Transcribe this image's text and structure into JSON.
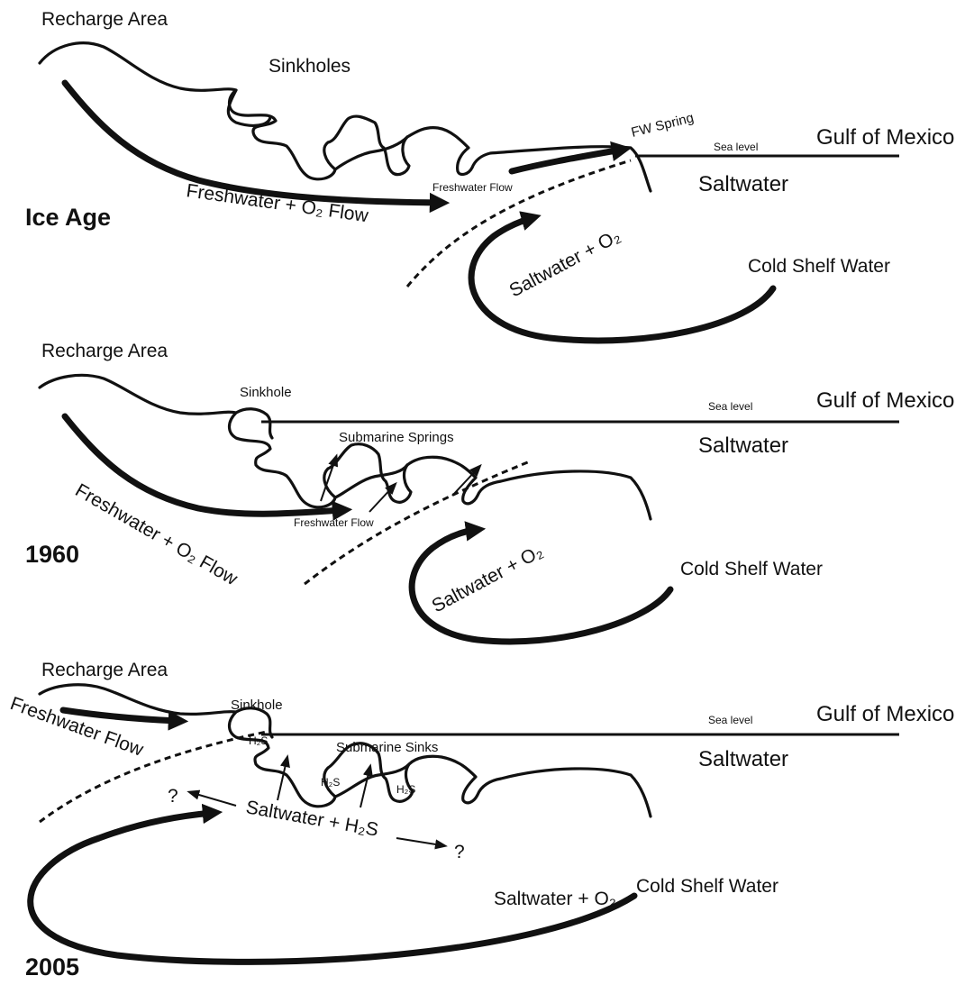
{
  "panels": [
    {
      "era": "Ice Age",
      "recharge_area": "Recharge Area",
      "feature_label": "Sinkholes",
      "spring_label": "FW Spring",
      "sea_level": "Sea level",
      "gulf": "Gulf of Mexico",
      "saltwater": "Saltwater",
      "freshwater_flow_main": "Freshwater + O₂ Flow",
      "freshwater_flow_small": "Freshwater Flow",
      "saltwater_circulation": "Saltwater + O₂",
      "cold_shelf_water": "Cold Shelf Water"
    },
    {
      "era": "1960",
      "recharge_area": "Recharge Area",
      "feature_label": "Sinkhole",
      "springs_label": "Submarine Springs",
      "sea_level": "Sea level",
      "gulf": "Gulf of Mexico",
      "saltwater": "Saltwater",
      "freshwater_flow_main": "Freshwater + O₂ Flow",
      "freshwater_flow_small": "Freshwater Flow",
      "saltwater_circulation": "Saltwater + O₂",
      "cold_shelf_water": "Cold Shelf Water"
    },
    {
      "era": "2005",
      "recharge_area": "Recharge Area",
      "feature_label": "Sinkhole",
      "sinks_label": "Submarine Sinks",
      "sea_level": "Sea level",
      "gulf": "Gulf of Mexico",
      "saltwater": "Saltwater",
      "freshwater_flow": "Freshwater Flow",
      "h2s_labels": [
        "H₂S",
        "H₂S",
        "H₂S"
      ],
      "saltwater_h2s": "Saltwater + H₂S",
      "unknown_left": "?",
      "unknown_right": "?",
      "saltwater_circulation": "Saltwater + O₂",
      "cold_shelf_water": "Cold Shelf Water"
    }
  ],
  "colors": {
    "ink": "#111111",
    "background": "#ffffff"
  }
}
